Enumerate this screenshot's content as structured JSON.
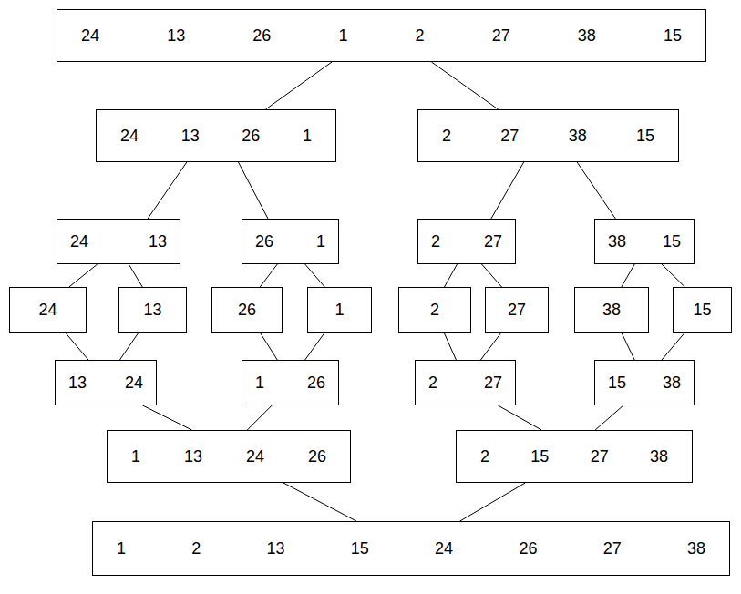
{
  "diagram": {
    "nodes": [
      {
        "text": [
          "24 13 26 1 2 27 38 15"
        ]
      },
      {
        "text": [
          "24 13 26 1"
        ]
      },
      {
        "text": [
          "2 27 38 15"
        ]
      },
      {
        "text": [
          "24 13"
        ]
      },
      {
        "text": [
          "26 1"
        ]
      },
      {
        "text": [
          "2 27"
        ]
      },
      {
        "text": [
          "38 15"
        ]
      },
      {
        "text": [
          "24"
        ]
      },
      {
        "text": [
          "13"
        ]
      },
      {
        "text": [
          "26"
        ]
      },
      {
        "text": [
          "1"
        ]
      },
      {
        "text": [
          "2"
        ]
      },
      {
        "text": [
          "27"
        ]
      },
      {
        "text": [
          "38"
        ]
      },
      {
        "text": [
          "15"
        ]
      },
      {
        "text": [
          "13 24"
        ]
      },
      {
        "text": [
          "1 26"
        ]
      },
      {
        "text": [
          "2 27"
        ]
      },
      {
        "text": [
          "15 38"
        ]
      },
      {
        "text": [
          "1 13 24 26"
        ]
      },
      {
        "text": [
          "2 15 27 38"
        ]
      },
      {
        "text": [
          "1 2 13 15 24 26 27 38"
        ]
      }
    ],
    "edges": [
      {
        "from": 0,
        "to": 1,
        "arrow": "none"
      },
      {
        "from": 0,
        "to": 2,
        "arrow": "none"
      },
      {
        "from": 1,
        "to": 3,
        "arrow": "none"
      },
      {
        "from": 1,
        "to": 4,
        "arrow": "none"
      },
      {
        "from": 2,
        "to": 5,
        "arrow": "none"
      },
      {
        "from": 2,
        "to": 6,
        "arrow": "none"
      },
      {
        "from": 3,
        "to": 7,
        "arrow": "none"
      },
      {
        "from": 3,
        "to": 8,
        "arrow": "none"
      },
      {
        "from": 4,
        "to": 9,
        "arrow": "none"
      },
      {
        "from": 4,
        "to": 10,
        "arrow": "none"
      },
      {
        "from": 5,
        "to": 11,
        "arrow": "none"
      },
      {
        "from": 5,
        "to": 12,
        "arrow": "none"
      },
      {
        "from": 6,
        "to": 13,
        "arrow": "none"
      },
      {
        "from": 6,
        "to": 14,
        "arrow": "none"
      },
      {
        "from": 7,
        "to": 15,
        "arrow": "none"
      },
      {
        "from": 8,
        "to": 15,
        "arrow": "none"
      },
      {
        "from": 9,
        "to": 16,
        "arrow": "none"
      },
      {
        "from": 10,
        "to": 16,
        "arrow": "none"
      },
      {
        "from": 11,
        "to": 17,
        "arrow": "none"
      },
      {
        "from": 12,
        "to": 17,
        "arrow": "none"
      },
      {
        "from": 13,
        "to": 18,
        "arrow": "none"
      },
      {
        "from": 14,
        "to": 18,
        "arrow": "none"
      },
      {
        "from": 15,
        "to": 19,
        "arrow": "none"
      },
      {
        "from": 16,
        "to": 19,
        "arrow": "none"
      },
      {
        "from": 17,
        "to": 20,
        "arrow": "none"
      },
      {
        "from": 18,
        "to": 20,
        "arrow": "none"
      },
      {
        "from": 19,
        "to": 21,
        "arrow": "none"
      },
      {
        "from": 20,
        "to": 21,
        "arrow": "none"
      }
    ]
  }
}
